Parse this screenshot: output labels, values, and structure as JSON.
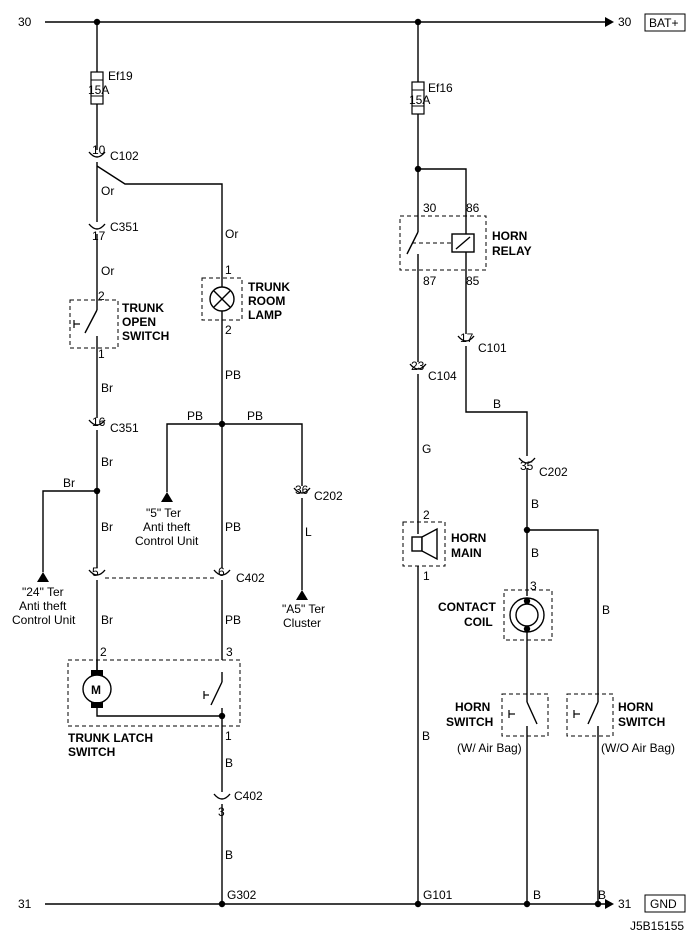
{
  "diagram_code": "J5B15155",
  "rails": {
    "top_left_num": "30",
    "top_right_num": "30",
    "top_tag": "BAT+",
    "bottom_left_num": "31",
    "bottom_right_num": "31",
    "bottom_tag": "GND"
  },
  "fuses": {
    "ef19": {
      "name": "Ef19",
      "rating": "15A"
    },
    "ef16": {
      "name": "Ef16",
      "rating": "15A"
    }
  },
  "connectors": {
    "c102": {
      "pin": "10",
      "name": "C102"
    },
    "c351_top": {
      "pin": "17",
      "name": "C351"
    },
    "c351_bot": {
      "pin": "16",
      "name": "C351"
    },
    "c202_left": {
      "pin": "36",
      "name": "C202"
    },
    "c402_left_pin": "5",
    "c402_top": {
      "pin": "6",
      "name": "C402"
    },
    "c402_bot": {
      "pin": "3",
      "name": "C402"
    },
    "c101": {
      "pin": "17",
      "name": "C101"
    },
    "c104": {
      "pin": "23",
      "name": "C104"
    },
    "c202_right": {
      "pin": "35",
      "name": "C202"
    }
  },
  "wires": {
    "or1": "Or",
    "or2": "Or",
    "or3": "Or",
    "br1": "Br",
    "br2": "Br",
    "br3": "Br",
    "br4": "Br",
    "pb1": "PB",
    "pb2": "PB",
    "pb3": "PB",
    "pb4": "PB",
    "pb5": "PB",
    "l1": "L",
    "b1": "B",
    "b2": "B",
    "b3": "B",
    "b4": "B",
    "b5": "B",
    "b6": "B",
    "b7": "B",
    "b8": "B",
    "g1": "G"
  },
  "components": {
    "trunk_open_switch": {
      "line1": "TRUNK",
      "line2": "OPEN",
      "line3": "SWITCH",
      "pin_top": "2",
      "pin_bottom": "1"
    },
    "trunk_room_lamp": {
      "line1": "TRUNK",
      "line2": "ROOM",
      "line3": "LAMP",
      "pin_top": "1",
      "pin_bottom": "2"
    },
    "trunk_latch_switch": {
      "line1": "TRUNK LATCH",
      "line2": "SWITCH",
      "pin_motor": "2",
      "pin_switch": "3",
      "pin_out": "1",
      "motor_symbol": "M"
    },
    "horn_relay": {
      "line1": "HORN",
      "line2": "RELAY",
      "pin_30": "30",
      "pin_86": "86",
      "pin_87": "87",
      "pin_85": "85"
    },
    "horn_main": {
      "line1": "HORN",
      "line2": "MAIN",
      "pin_top": "2",
      "pin_bottom": "1"
    },
    "contact_coil": {
      "line1": "CONTACT",
      "line2": "COIL",
      "pin": "3"
    },
    "horn_switch_airbag": {
      "line1": "HORN",
      "line2": "SWITCH",
      "note": "(W/ Air Bag)"
    },
    "horn_switch_no_airbag": {
      "line1": "HORN",
      "line2": "SWITCH",
      "note": "(W/O Air Bag)"
    }
  },
  "terminals": {
    "t24": {
      "line1": "\"24\" Ter",
      "line2": "Anti theft",
      "line3": "Control Unit"
    },
    "t5": {
      "line1": "\"5\" Ter",
      "line2": "Anti theft",
      "line3": "Control Unit"
    },
    "ta5": {
      "line1": "\"A5\" Ter",
      "line2": "Cluster"
    }
  },
  "grounds": {
    "g302": "G302",
    "g101": "G101"
  }
}
